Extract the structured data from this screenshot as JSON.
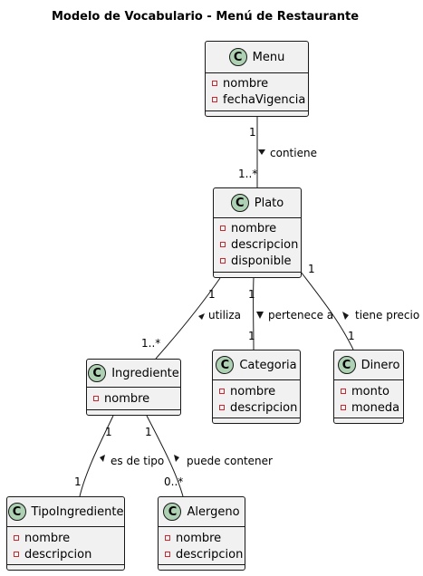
{
  "title": "Modelo de Vocabulario - Menú de Restaurante",
  "class_badge": "C",
  "colors": {
    "class_fill": "#f1f1f1",
    "badge_fill": "#add1b2",
    "border": "#181818",
    "private_marker": "#c82930"
  },
  "classes": {
    "menu": {
      "name": "Menu",
      "attributes": [
        "nombre",
        "fechaVigencia"
      ]
    },
    "plato": {
      "name": "Plato",
      "attributes": [
        "nombre",
        "descripcion",
        "disponible"
      ]
    },
    "ingrediente": {
      "name": "Ingrediente",
      "attributes": [
        "nombre"
      ]
    },
    "categoria": {
      "name": "Categoria",
      "attributes": [
        "nombre",
        "descripcion"
      ]
    },
    "dinero": {
      "name": "Dinero",
      "attributes": [
        "monto",
        "moneda"
      ]
    },
    "tipoingrediente": {
      "name": "TipoIngrediente",
      "attributes": [
        "nombre",
        "descripcion"
      ]
    },
    "alergeno": {
      "name": "Alergeno",
      "attributes": [
        "nombre",
        "descripcion"
      ]
    }
  },
  "relations": {
    "contiene": {
      "label": "contiene",
      "source_mult": "1",
      "target_mult": "1..*"
    },
    "utiliza": {
      "label": "utiliza",
      "source_mult": "1",
      "target_mult": "1..*"
    },
    "pertenece_a": {
      "label": "pertenece a",
      "source_mult": "1",
      "target_mult": "1"
    },
    "tiene_precio": {
      "label": "tiene precio",
      "source_mult": "1",
      "target_mult": "1"
    },
    "es_de_tipo": {
      "label": "es de tipo",
      "source_mult": "1",
      "target_mult": "1"
    },
    "puede_contener": {
      "label": "puede contener",
      "source_mult": "1",
      "target_mult": "0..*"
    }
  }
}
